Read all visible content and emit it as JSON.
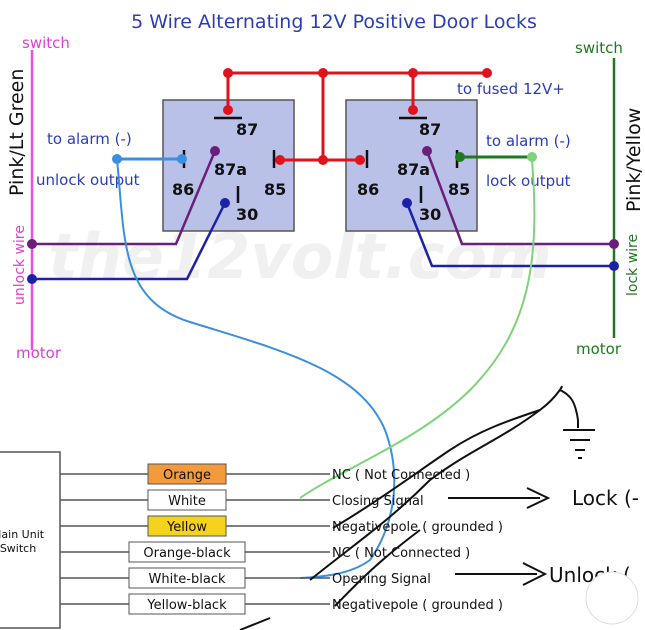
{
  "title": "5 Wire Alternating 12V Positive Door Locks",
  "watermark": "the12volt.com",
  "left_side": {
    "switch_label": "switch",
    "wire_color": "Pink/Lt Green",
    "unlock_wire": "unlock wire",
    "motor_label": "motor",
    "alarm_label": "to alarm (-)",
    "output_label": "unlock output"
  },
  "right_side": {
    "switch_label": "switch",
    "wire_color": "Pink/Yellow",
    "lock_wire": "lock wire",
    "motor_label": "motor",
    "alarm_label": "to alarm (-)",
    "output_label": "lock output"
  },
  "fused_label": "to fused 12V+",
  "relay_left": {
    "p87": "87",
    "p87a": "87a",
    "p86": "86",
    "p85": "85",
    "p30": "30"
  },
  "relay_right": {
    "p87": "87",
    "p87a": "87a",
    "p86": "86",
    "p85": "85",
    "p30": "30"
  },
  "main_unit": {
    "line1": "Main Unit",
    "line2": "Switch"
  },
  "connector_rows": [
    {
      "label": "Orange",
      "desc": "NC ( Not Connected )",
      "fill": "#f29a3c"
    },
    {
      "label": "White",
      "desc": "Closing Signal",
      "fill": "#ffffff"
    },
    {
      "label": "Yellow",
      "desc": "Negativepole ( grounded )",
      "fill": "#f5d21c"
    },
    {
      "label": "Orange-black",
      "desc": "NC ( Not Connected )",
      "fill": "#ffffff"
    },
    {
      "label": "White-black",
      "desc": "Opening Signal",
      "fill": "#ffffff"
    },
    {
      "label": "Yellow-black",
      "desc": "Negativepole ( grounded )",
      "fill": "#ffffff"
    }
  ],
  "annotations": {
    "lock": "Lock (-",
    "unlock": "Unlock ("
  },
  "colors": {
    "title": "#2b3db5",
    "relay_fill": "#b9c1e8",
    "power": "#e0121c",
    "purple": "#6a1f7a",
    "navy": "#1d21a8",
    "pink": "#ea4fd9",
    "green": "#1f7a1f",
    "blue_wire": "#3b8fe0",
    "lime_wire": "#7fd37a"
  }
}
